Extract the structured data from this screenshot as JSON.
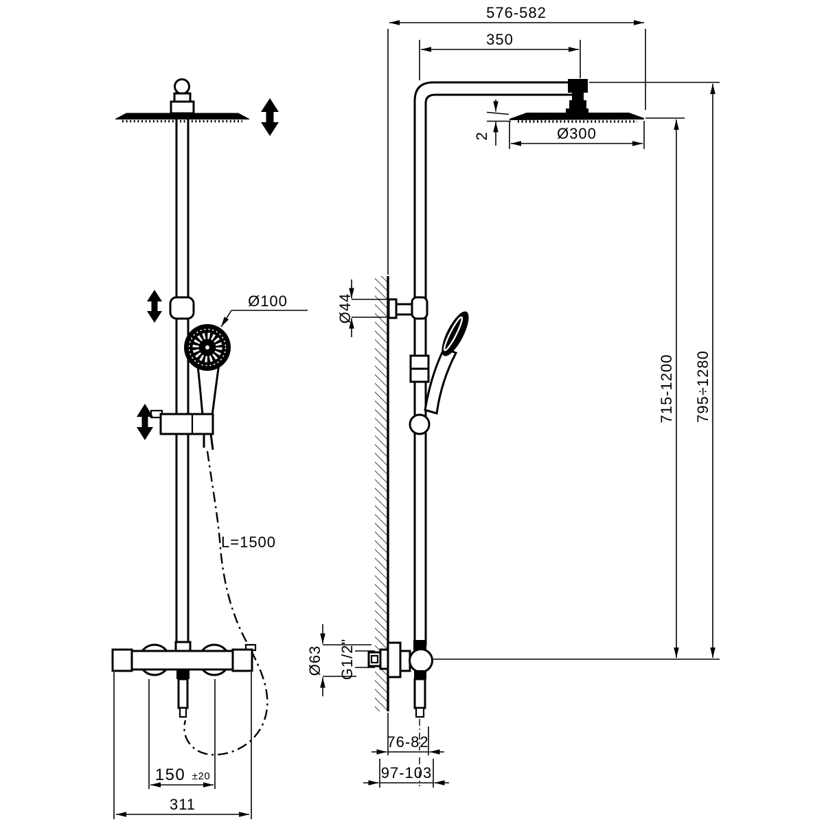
{
  "drawing": {
    "background_color": "#ffffff",
    "line_color": "#000000",
    "front_view": {
      "handshower_diameter_label": "Ø100",
      "hose_length_label": "L=1500",
      "outlet_spacing_value": "150",
      "outlet_spacing_tolerance": "±20",
      "body_width_label": "311"
    },
    "side_view": {
      "overall_width_label": "576-582",
      "arm_projection_label": "350",
      "head_diameter_label": "Ø300",
      "head_thickness_label": "2",
      "bracket_diameter_label": "Ø44",
      "riser_height_label": "715-1200",
      "overall_height_label": "795÷1280",
      "valve_plate_diameter_label": "Ø63",
      "thread_label": "G1/2\"",
      "wall_distance_outlet_label": "76-82",
      "wall_distance_tip_label": "97-103"
    }
  }
}
